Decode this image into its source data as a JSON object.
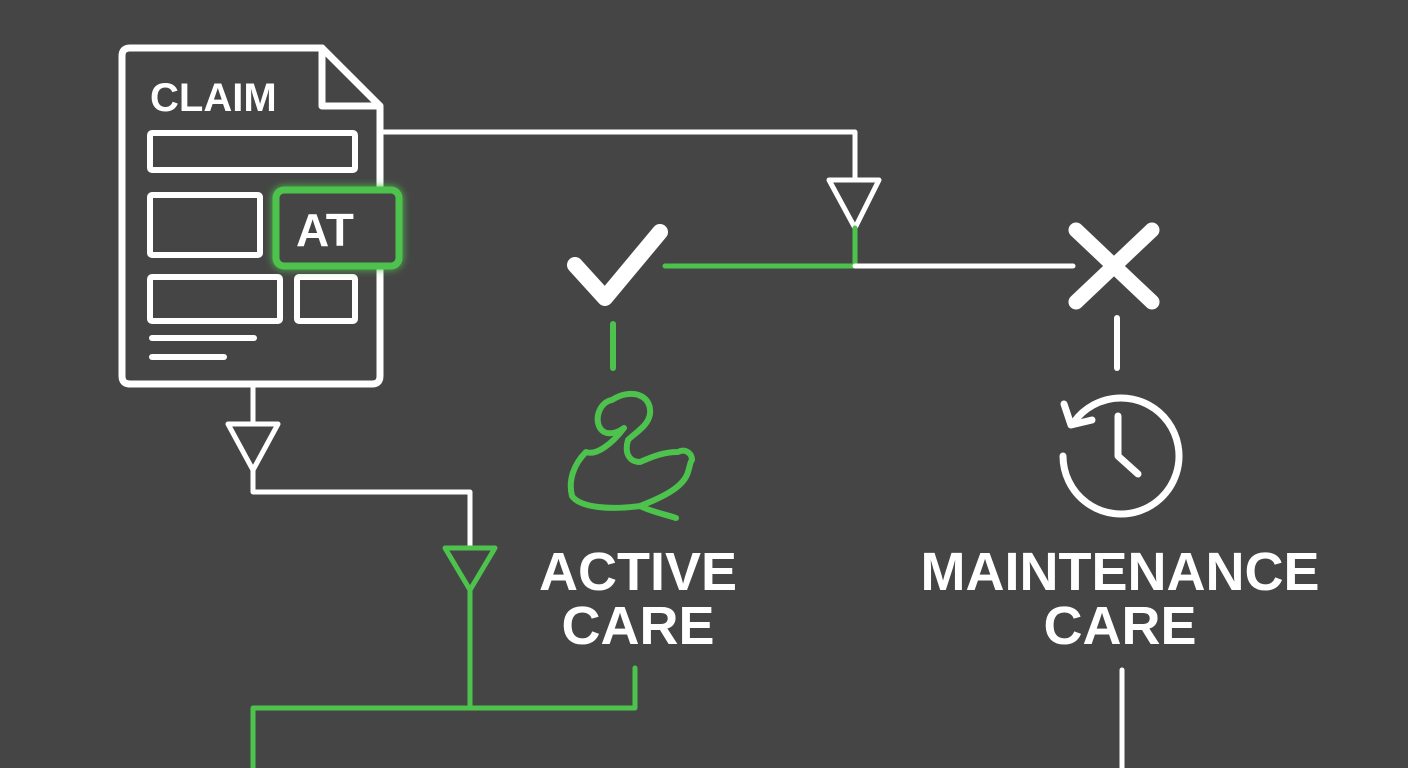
{
  "diagram": {
    "document": {
      "title": "CLAIM",
      "modifier_code": "AT"
    },
    "outcomes": {
      "active": {
        "line1": "ACTIVE",
        "line2": "CARE"
      },
      "maintenance": {
        "line1": "MAINTENANCE",
        "line2": "CARE"
      }
    },
    "icons": {
      "claim": "document-icon",
      "approve": "check-icon",
      "deny": "x-icon",
      "active": "flexed-arm-icon",
      "maintenance": "clock-history-icon"
    }
  },
  "colors": {
    "background": "#454545",
    "line": "#ffffff",
    "accent": "#4dc24d"
  }
}
